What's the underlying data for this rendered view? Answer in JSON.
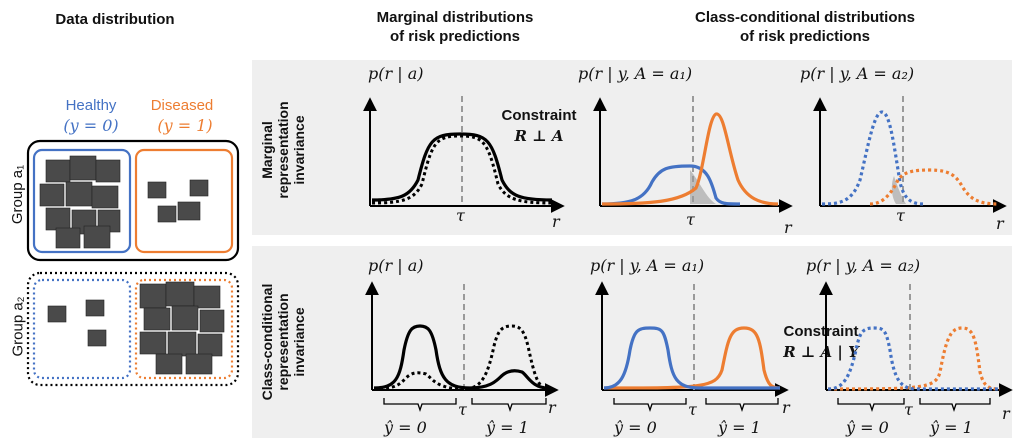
{
  "headers": {
    "data_distribution": "Data distribution",
    "marginal_line1": "Marginal distributions",
    "marginal_line2": "of risk predictions",
    "classcond_line1": "Class-conditional distributions",
    "classcond_line2": "of risk predictions"
  },
  "left": {
    "healthy": "Healthy",
    "healthy_y": "(y = 0)",
    "diseased": "Diseased",
    "diseased_y": "(y = 1)",
    "group1": "Group a₁",
    "group2": "Group a₂"
  },
  "rows": {
    "row1_line1": "Marginal",
    "row1_line2": "representation",
    "row1_line3": "invariance",
    "row2_line1": "Class-conditional",
    "row2_line2": "representation",
    "row2_line3": "invariance"
  },
  "plot_labels": {
    "p_marg": "p(r | a)",
    "p_a1": "p(r | y, A = a₁)",
    "p_a2": "p(r | y, A = a₂)",
    "tau": "τ",
    "r": "r",
    "yhat0": "ŷ = 0",
    "yhat1": "ŷ = 1"
  },
  "constraints": {
    "c1_title": "Constraint",
    "c1_expr": "R ⊥ A",
    "c2_title": "Constraint",
    "c2_expr": "R ⊥ A | Y"
  },
  "colors": {
    "healthy": "#4472c4",
    "diseased": "#ed7d31",
    "panel_bg": "#efefef",
    "threshold": "#9a9a9a"
  }
}
